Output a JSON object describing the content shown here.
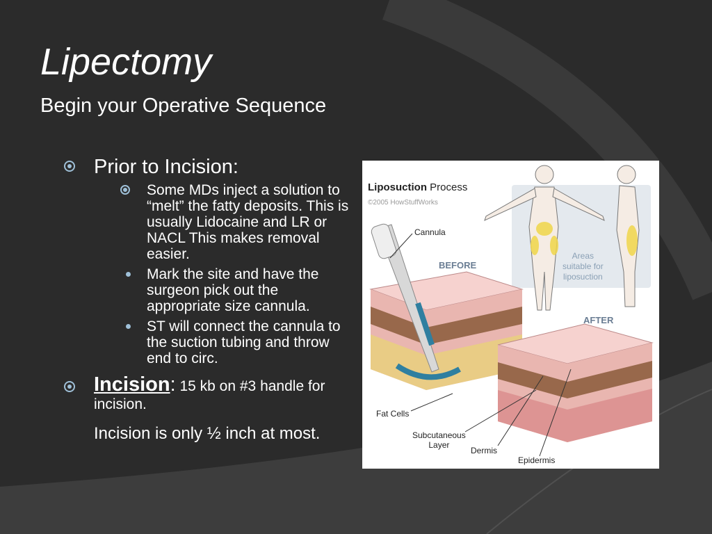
{
  "slide": {
    "title": "Lipectomy",
    "subtitle": "Begin your Operative Sequence",
    "bullets": {
      "prior_heading": "Prior to Incision:",
      "sub1": "Some MDs inject a solution to “melt” the fatty deposits. This is usually Lidocaine and LR or NACL  This makes removal easier.",
      "sub2": "Mark the site and have the surgeon  pick out the appropriate size cannula.",
      "sub3": "ST will connect the cannula to the suction tubing and throw end to circ.",
      "incision_heading": "Incision",
      "incision_colon": ":",
      "incision_detail": " 15 kb on #3 handle for incision.",
      "incision_note": "Incision is only ½ inch at most."
    }
  },
  "figure": {
    "title_bold": "Liposuction",
    "title_rest": " Process",
    "copyright": "©2005 HowStuffWorks",
    "labels": {
      "cannula": "Cannula",
      "before": "BEFORE",
      "after": "AFTER",
      "areas_line1": "Areas",
      "areas_line2": "suitable for",
      "areas_line3": "liposuction",
      "fat_cells": "Fat Cells",
      "subcutaneous_line1": "Subcutaneous",
      "subcutaneous_line2": "Layer",
      "dermis": "Dermis",
      "epidermis": "Epidermis"
    }
  },
  "colors": {
    "background": "#2b2b2b",
    "bullet": "#9fc0d8",
    "skin_top": "#f2c2c2",
    "dermis_brown": "#8a5a3a",
    "fat_yellow": "#e8d27a",
    "arrow_blue": "#2f7fa0"
  }
}
